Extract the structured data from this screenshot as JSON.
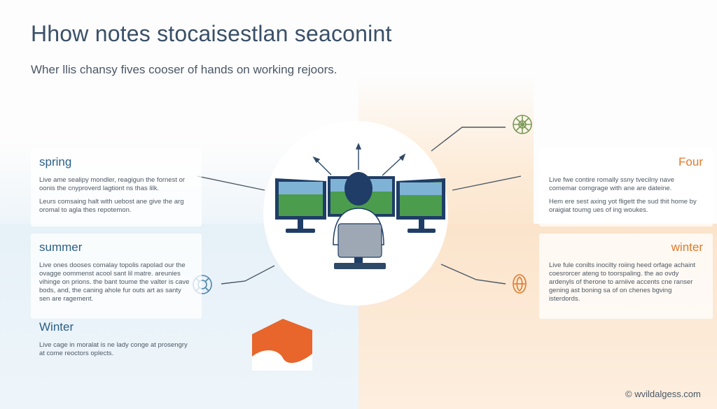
{
  "title": "Hhow notes stocaisestlan seaconint",
  "subtitle": "Wher llis chansy fives cooser of hands on working rejoors.",
  "cards": {
    "spring": {
      "label": "spring",
      "lines": [
        "Live ame sealipy mondler, reagigun the fornest or oonis the cnyproverd lagtiont ns thas lilk.",
        "Leurs comsaing halt with uebost ane give the arg oromal to agla thes repotemon."
      ]
    },
    "summer": {
      "label": "summer",
      "lines": [
        "Live ones dooses comalay topolis rapolad our the ovagge oommenst acool sant lil matre. areunies vihinge on prions. the bant toume the valter is cave bods, and, the caning ahole fur outs art as santy sen are ragement."
      ]
    },
    "winter_left": {
      "label": "Winter",
      "lines": [
        "Live cage in moralat is ne lady conge at prosengry at come reoctors oplects."
      ]
    },
    "four": {
      "label": "Four",
      "lines": [
        "Live fwe contire romally ssny tvecilny nave comemar comgrage with ane are dateine.",
        "Hem ere sest axing yot fligett the sud thit home by oraigiat toumg ues of ing woukes."
      ]
    },
    "winter_right": {
      "label": "winter",
      "lines": [
        "Live fule conilts inocilty roiing heed orfage achaint coesrorcer ateng to toorspaling. the ao ovdy ardenyls of therone to arniive accents cne ranser gening ast boning sa of on chenes bgving isterdords."
      ]
    }
  },
  "footer": "wvildalgess.com",
  "colors": {
    "label_blue": "#2b5f86",
    "label_orange": "#e07a2c",
    "icon_green": "#7b9a5a",
    "icon_orange": "#e07a2c",
    "icon_blue": "#4f86a8",
    "monitor_frame": "#1f3d66"
  },
  "icons": {
    "top_right": "sun-wheel-icon",
    "mid_left": "life-ring-icon",
    "mid_right": "spiral-shell-icon",
    "bottom": "orange-house-icon",
    "footer": "copyright-icon"
  }
}
